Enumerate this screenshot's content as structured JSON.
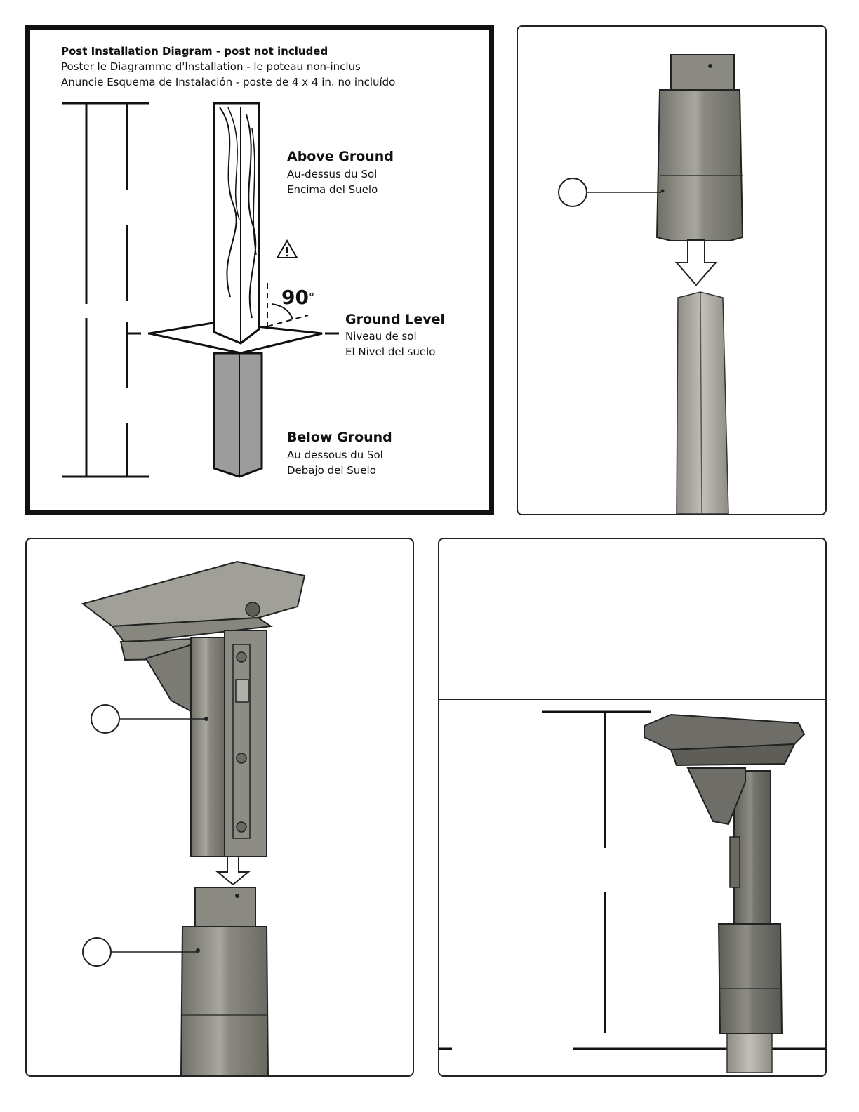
{
  "diagram": {
    "header": {
      "title_bold": "Post Installation Diagram - post not included",
      "line_fr": "Poster le Diagramme d'Installation - le poteau non-inclus",
      "line_es": "Anuncie Esquema de Instalación - poste de 4 x 4 in. no incluído"
    },
    "above_ground": {
      "en": "Above Ground",
      "fr": "Au-dessus du Sol",
      "es": "Encima del Suelo"
    },
    "ground_level": {
      "en": "Ground Level",
      "fr": "Niveau de sol",
      "es": "El Nivel del suelo"
    },
    "below_ground": {
      "en": "Below Ground",
      "fr": "Au dessous du Sol",
      "es": "Debajo del Suelo"
    },
    "angle_label": "90",
    "angle_unit": "°",
    "warning_icon": "warning-triangle-icon",
    "colors": {
      "line": "#111111",
      "metal_dark": "#7e7e76",
      "metal_light": "#b4b4ac",
      "wood": "#a9a59c",
      "below_post": "#9a9a9a"
    }
  }
}
